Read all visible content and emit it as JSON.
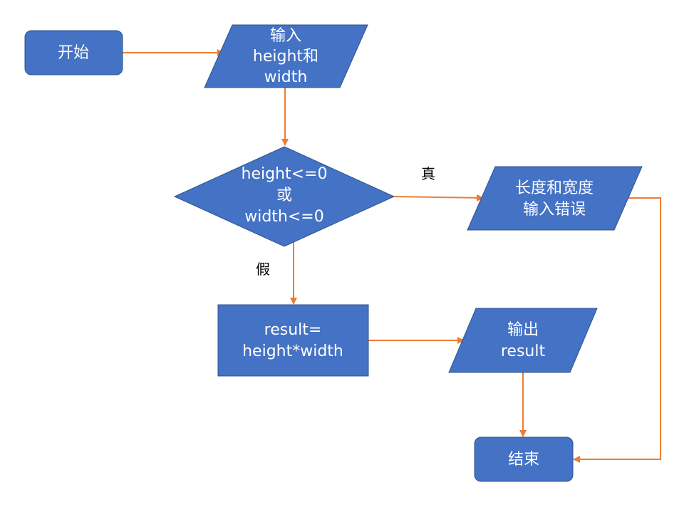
{
  "nodes": {
    "start": {
      "lines": [
        "开始"
      ]
    },
    "input": {
      "lines": [
        "输入",
        "height和",
        "width"
      ]
    },
    "decision": {
      "lines": [
        "height<=0",
        "或",
        "width<=0"
      ]
    },
    "error": {
      "lines": [
        "长度和宽度",
        "输入错误"
      ]
    },
    "calc": {
      "lines": [
        "result=",
        "height*width"
      ]
    },
    "output": {
      "lines": [
        "输出",
        "result"
      ]
    },
    "end": {
      "lines": [
        "结束"
      ]
    }
  },
  "edge_labels": {
    "true": "真",
    "false": "假"
  },
  "colors": {
    "node_fill": "#4472c4",
    "node_stroke": "#2f528f",
    "edge": "#ed7d31",
    "node_text": "#ffffff"
  }
}
